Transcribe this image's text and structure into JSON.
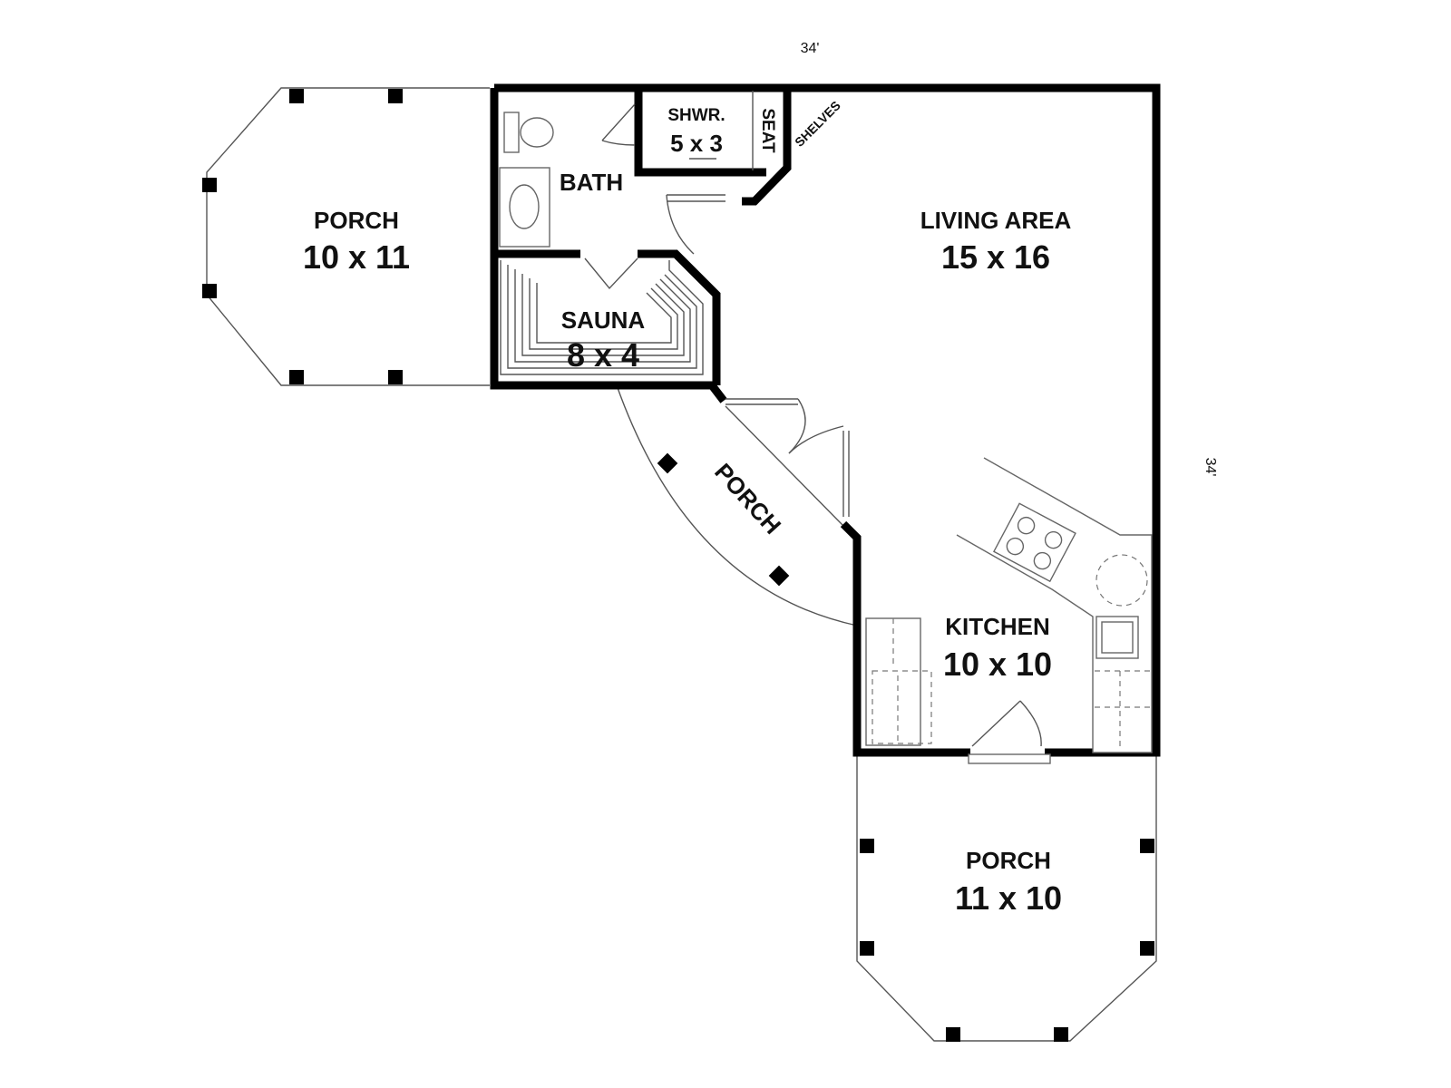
{
  "overall_width_dim": "34'",
  "overall_depth_dim": "34'",
  "rooms": {
    "porch_west": {
      "name": "PORCH",
      "size": "10 x 11"
    },
    "bath": {
      "name": "BATH"
    },
    "shower": {
      "name": "SHWR.",
      "size": "5 x 3"
    },
    "seat": {
      "name": "SEAT"
    },
    "shelves": {
      "name": "SHELVES"
    },
    "living_area": {
      "name": "LIVING AREA",
      "size": "15 x 16"
    },
    "sauna": {
      "name": "SAUNA",
      "size": "8 x 4"
    },
    "porch_diagonal": {
      "name": "PORCH"
    },
    "kitchen": {
      "name": "KITCHEN",
      "size": "10 x 10"
    },
    "porch_south": {
      "name": "PORCH",
      "size": "11 x 10"
    }
  }
}
